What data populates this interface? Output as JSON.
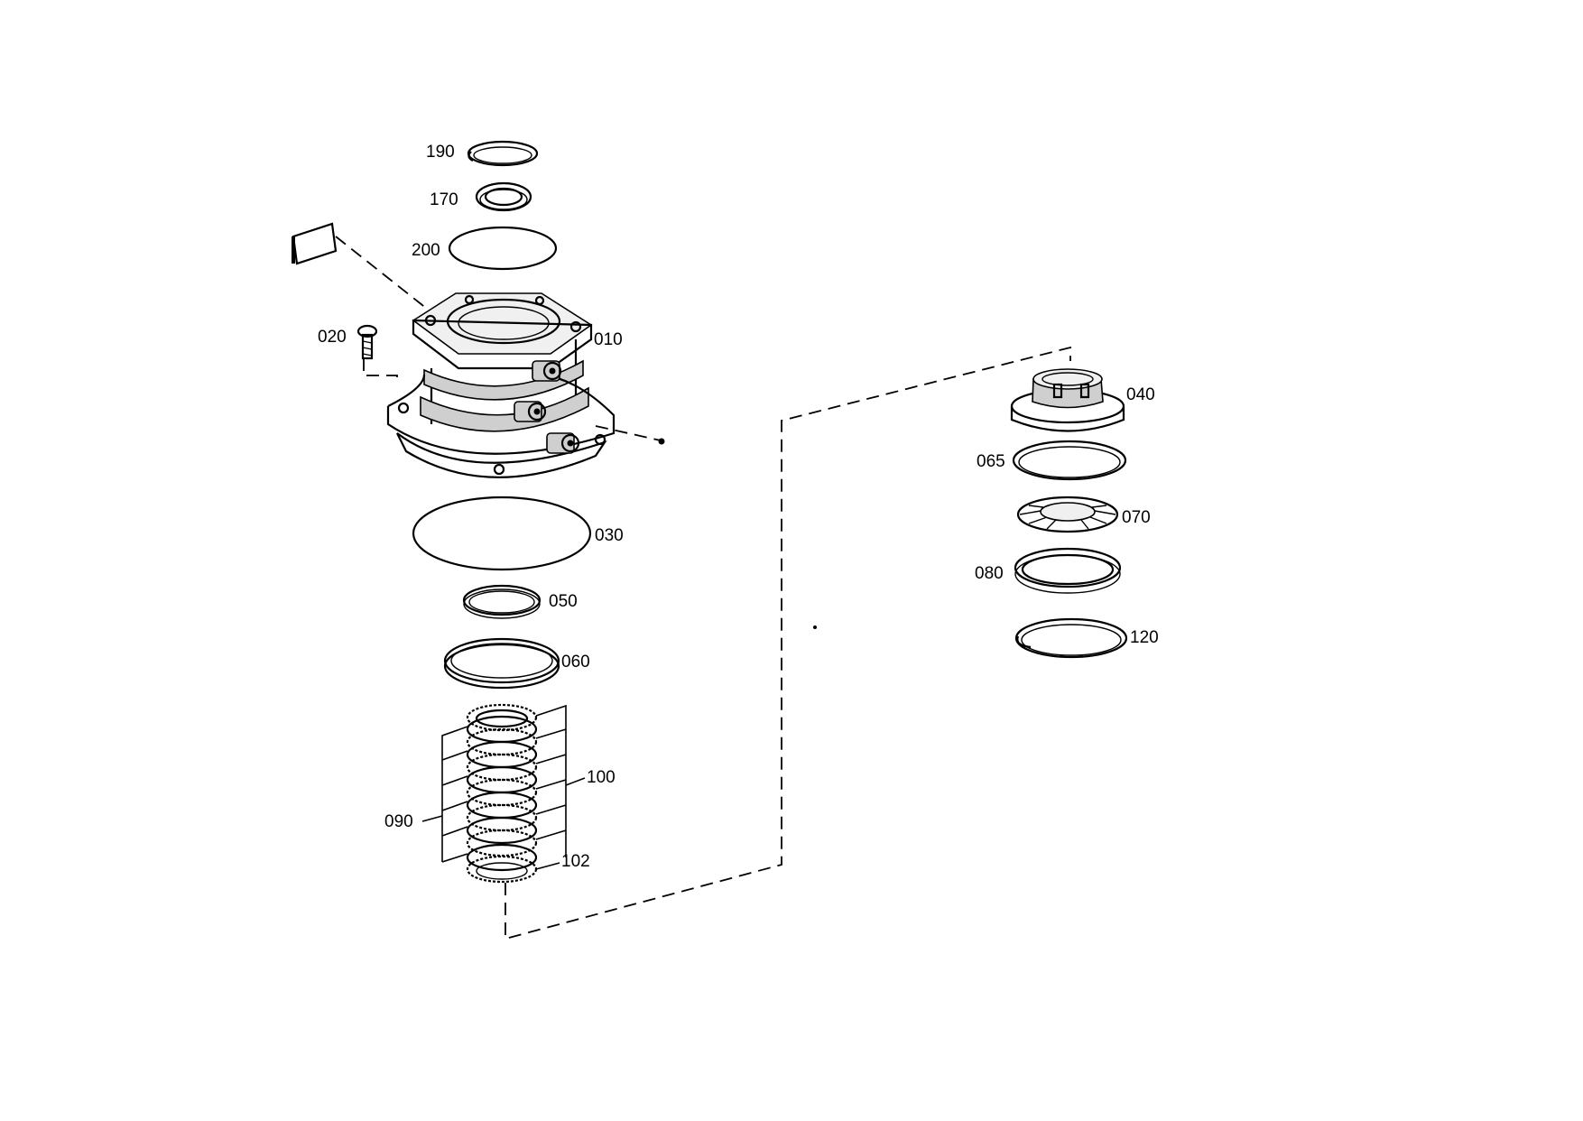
{
  "diagram": {
    "callouts": {
      "p190": "190",
      "p170": "170",
      "p200": "200",
      "p020": "020",
      "p010": "010",
      "p030": "030",
      "p050": "050",
      "p060": "060",
      "p100": "100",
      "p090": "090",
      "p102": "102",
      "p040": "040",
      "p065": "065",
      "p070": "070",
      "p080": "080",
      "p120": "120"
    }
  }
}
